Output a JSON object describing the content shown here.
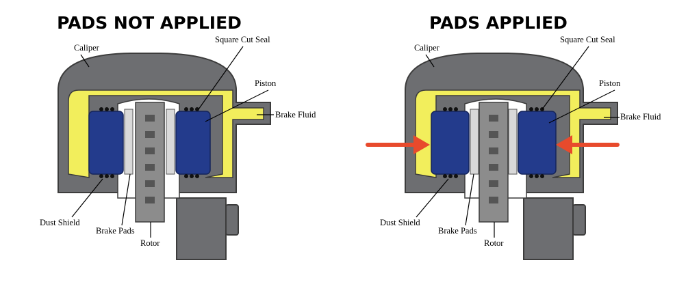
{
  "panels": [
    {
      "title": "PADS NOT APPLIED",
      "labels": {
        "caliper": "Caliper",
        "seal": "Square Cut Seal",
        "piston": "Piston",
        "fluid": "Brake Fluid",
        "dust": "Dust Shield",
        "pads": "Brake Pads",
        "rotor": "Rotor"
      }
    },
    {
      "title": "PADS APPLIED",
      "labels": {
        "caliper": "Caliper",
        "seal": "Square Cut Seal",
        "piston": "Piston",
        "fluid": "Brake Fluid",
        "dust": "Dust Shield",
        "pads": "Brake Pads",
        "rotor": "Rotor"
      }
    }
  ],
  "colors": {
    "caliper": "#6d6e71",
    "caliper_dark": "#4a4b4d",
    "fluid": "#f2ee5c",
    "piston": "#233b8c",
    "pad_backing": "#d9d9d9",
    "rotor": "#8c8c8c",
    "rotor_slot": "#555555",
    "arrow": "#e84a2c"
  }
}
